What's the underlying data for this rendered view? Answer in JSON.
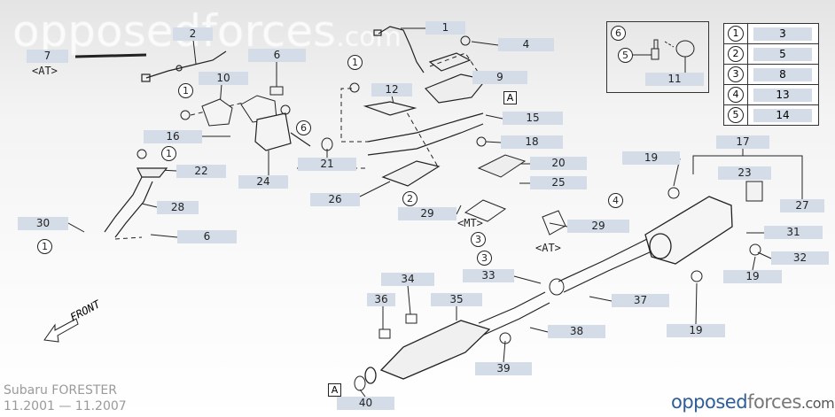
{
  "watermark": {
    "main": "opposedforces",
    "suffix": ".com"
  },
  "vehicle": {
    "model": "Subaru FORESTER",
    "years": "11.2001 — 11.2007"
  },
  "logo": {
    "part1": "opposed",
    "part2": "forces",
    "part3": ".com"
  },
  "front_label": "FRONT",
  "section_marker": "A",
  "variant_notes": {
    "at_top": "<AT>",
    "mt": "<MT>",
    "at_rear": "<AT>"
  },
  "part_labels": [
    "1",
    "2",
    "7",
    "4",
    "6",
    "9",
    "10",
    "12",
    "15",
    "16",
    "18",
    "20",
    "21",
    "22",
    "24",
    "25",
    "26",
    "28",
    "29",
    "29",
    "30",
    "6",
    "19",
    "17",
    "23",
    "27",
    "31",
    "32",
    "19",
    "33",
    "34",
    "35",
    "36",
    "37",
    "38",
    "19",
    "39",
    "40"
  ],
  "ref_circles": [
    "1",
    "1",
    "1",
    "1",
    "6",
    "2",
    "4",
    "3",
    "3"
  ],
  "inset": {
    "ref": "6",
    "sub": "5",
    "part": "11"
  },
  "legend": [
    {
      "symbol": "1",
      "part": "3"
    },
    {
      "symbol": "2",
      "part": "5"
    },
    {
      "symbol": "3",
      "part": "8"
    },
    {
      "symbol": "4",
      "part": "13"
    },
    {
      "symbol": "5",
      "part": "14"
    }
  ]
}
